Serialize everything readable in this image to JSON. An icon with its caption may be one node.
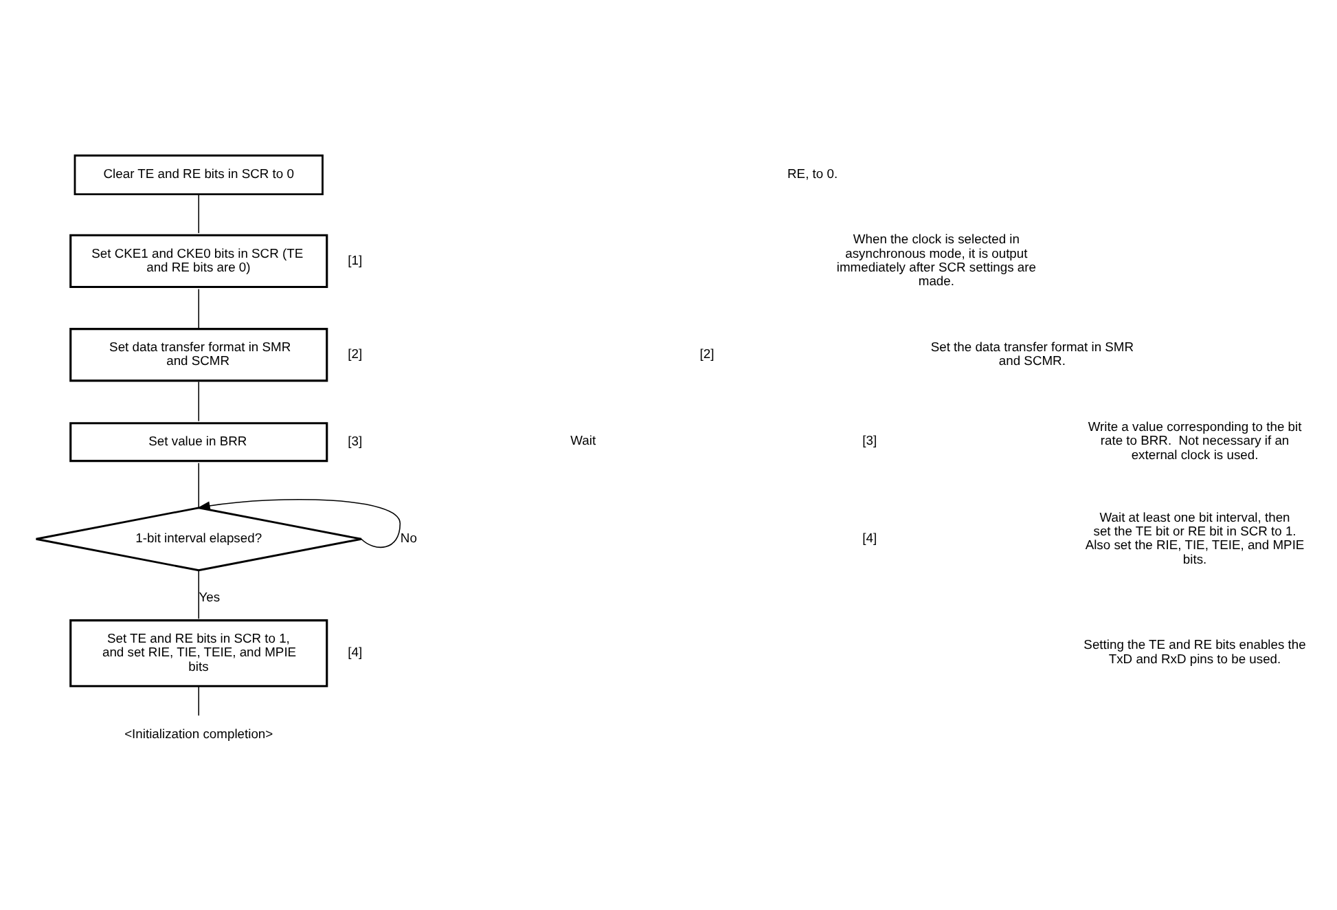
{
  "diagram": {
    "nodes": [
      {
        "text": [
          "Clear TE and RE bits in SCR to 0"
        ]
      },
      {
        "text": [
          "Set CKE1 and CKE0 bits in SCR (TE and RE bits are 0)"
        ],
        "beside": [
          "[1]"
        ]
      },
      {
        "text": [
          "Set data transfer format in SMR and SCMR"
        ],
        "beside": [
          "[2]"
        ]
      },
      {
        "text": [
          "Set value in BRR"
        ],
        "beside": [
          "[3]"
        ]
      },
      {
        "text": [
          "1-bit interval elapsed?"
        ]
      },
      {
        "text": [
          "Set TE and RE bits in SCR to 1, and set RIE, TIE, TEIE, and MPIE bits"
        ],
        "beside": [
          "[4]"
        ]
      },
      {
        "text": [
          "<Initialization completion>"
        ]
      }
    ],
    "edges": [
      {
        "from": 0,
        "to": 1,
        "arrow": "none"
      },
      {
        "from": 1,
        "to": 2,
        "arrow": "none"
      },
      {
        "from": 2,
        "to": 3,
        "arrow": "none"
      },
      {
        "from": 3,
        "to": 4,
        "arrow": "none"
      },
      {
        "from": 4,
        "to": 4,
        "arrow": "to",
        "label": "No"
      },
      {
        "from": 4,
        "to": 5,
        "arrow": "none",
        "label": "Yes"
      },
      {
        "from": 5,
        "to": 6,
        "arrow": "none"
      }
    ],
    "labels": [
      "Wait",
      "RE, to 0.",
      "When the clock is selected in asynchronous mode, it is output immediately after SCR settings are made.",
      "[2]",
      "Set the data transfer format in SMR and SCMR.",
      "[3]",
      "Write a value corresponding to the bit rate to BRR.  Not necessary if an external clock is used.",
      "[4]",
      "Wait at least one bit interval, then set the TE bit or RE bit in SCR to 1. Also set the RIE, TIE, TEIE, and MPIE bits.",
      "Setting the TE and RE bits enables the TxD and RxD pins to be used."
    ]
  }
}
